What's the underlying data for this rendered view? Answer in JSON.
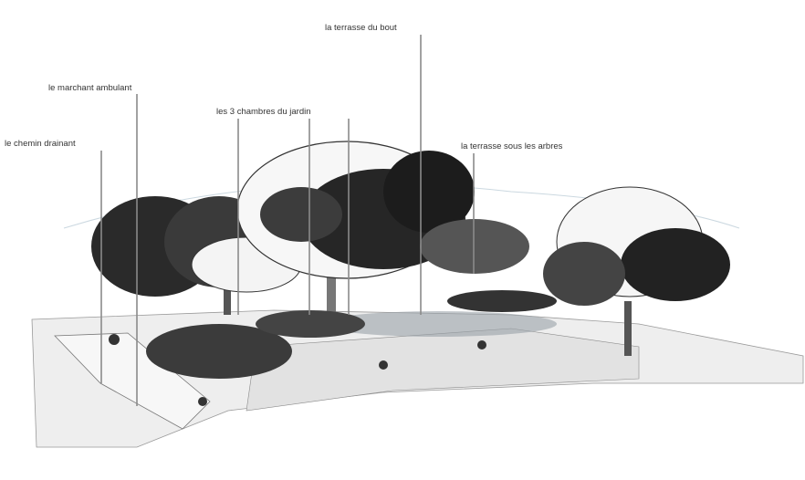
{
  "labels": {
    "terrasse_bout": "la terrasse du bout",
    "marchant_ambulant": "le marchant ambulant",
    "chambres_jardin": "les 3 chambres du jardin",
    "chemin_drainant": "le chemin drainant",
    "terrasse_arbres": "la terrasse sous les arbres"
  },
  "colors": {
    "ink": "#1e1e1e",
    "leader": "#8a8a8a",
    "ground": "#ececec",
    "sky_wash": "#dfe8ee"
  }
}
